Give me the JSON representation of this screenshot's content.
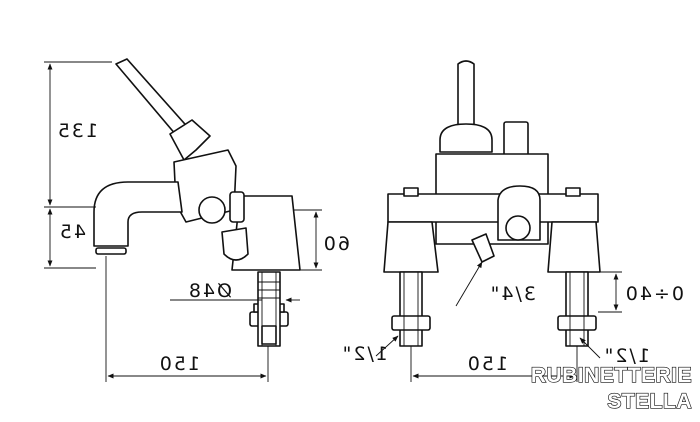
{
  "diagram": {
    "labels": {
      "height_total": "135",
      "height_spout": "45",
      "height_body": "60",
      "diameter": "Ø48",
      "width_left": "150",
      "width_right": "150",
      "connection_left": "1/2\"",
      "connection_right": "1/2\"",
      "outlet_thread": "3/4\"",
      "adjustment_range": "0÷40"
    }
  },
  "brand": {
    "line1": "RUBINETTERIE",
    "line2": "STELLA"
  }
}
